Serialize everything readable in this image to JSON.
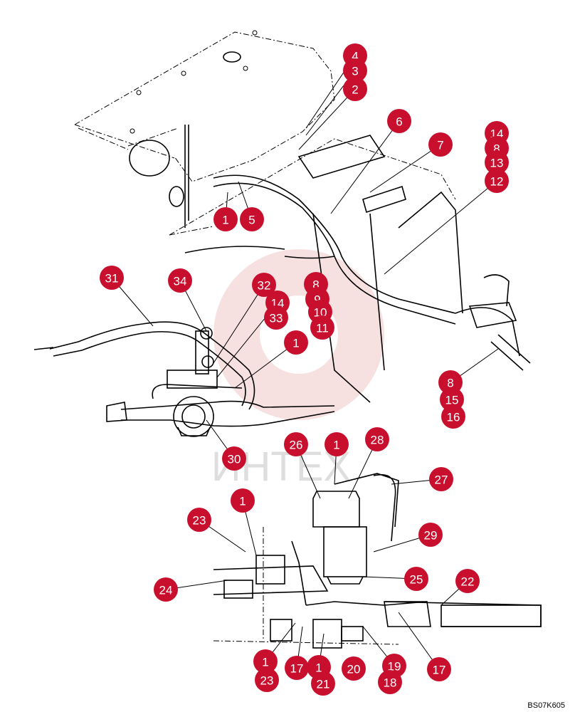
{
  "figure_code": "BS07K605",
  "watermark_text": "ИНТЕХ",
  "callout_color": "#c8102e",
  "callouts": [
    {
      "label": "4"
    },
    {
      "label": "3"
    },
    {
      "label": "2"
    },
    {
      "label": "6"
    },
    {
      "label": "7"
    },
    {
      "label": "14"
    },
    {
      "label": "8"
    },
    {
      "label": "13"
    },
    {
      "label": "12"
    },
    {
      "label": "1"
    },
    {
      "label": "5"
    },
    {
      "label": "31"
    },
    {
      "label": "34"
    },
    {
      "label": "32"
    },
    {
      "label": "14"
    },
    {
      "label": "33"
    },
    {
      "label": "8"
    },
    {
      "label": "9"
    },
    {
      "label": "10"
    },
    {
      "label": "11"
    },
    {
      "label": "1"
    },
    {
      "label": "8"
    },
    {
      "label": "15"
    },
    {
      "label": "16"
    },
    {
      "label": "30"
    },
    {
      "label": "26"
    },
    {
      "label": "1"
    },
    {
      "label": "28"
    },
    {
      "label": "27"
    },
    {
      "label": "1"
    },
    {
      "label": "23"
    },
    {
      "label": "29"
    },
    {
      "label": "24"
    },
    {
      "label": "25"
    },
    {
      "label": "22"
    },
    {
      "label": "1"
    },
    {
      "label": "17"
    },
    {
      "label": "1"
    },
    {
      "label": "20"
    },
    {
      "label": "19"
    },
    {
      "label": "17"
    },
    {
      "label": "23"
    },
    {
      "label": "21"
    },
    {
      "label": "18"
    }
  ]
}
